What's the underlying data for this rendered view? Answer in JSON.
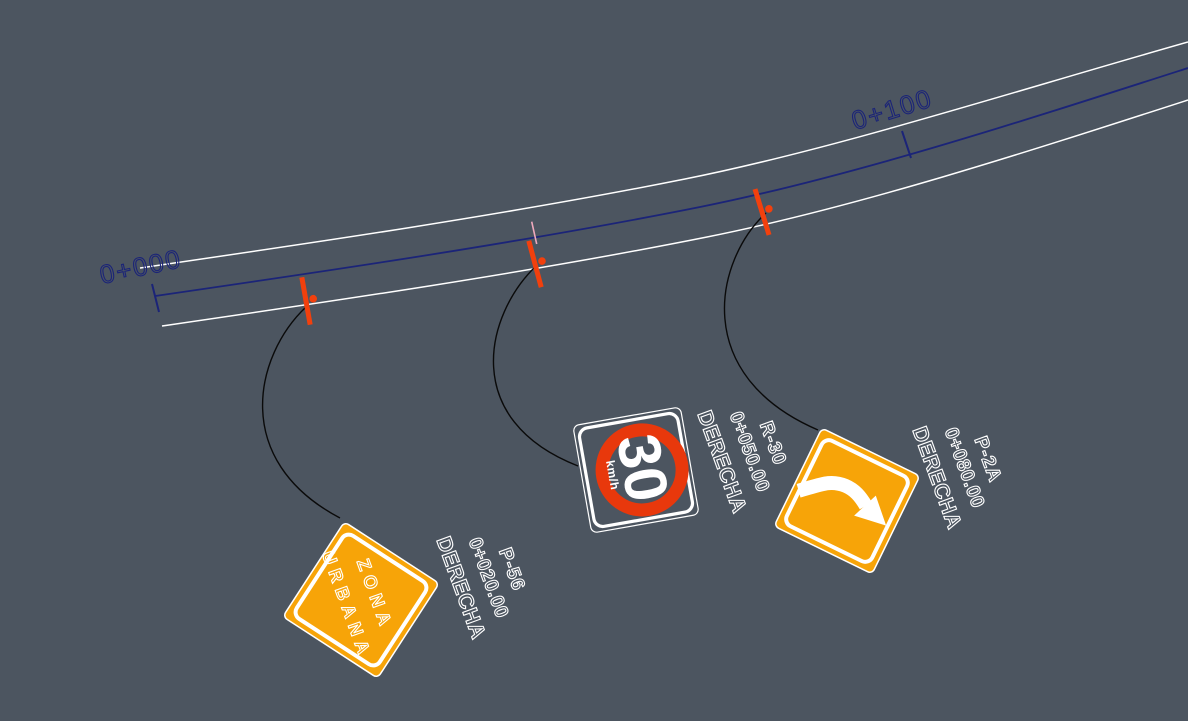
{
  "colors": {
    "background": "#4C5560",
    "edge_line": "#FFFFFF",
    "centerline": "#1B2478",
    "leader": "#0A0A0A",
    "marker": "#F2400D",
    "marker_tick_pink": "#EFA9BC",
    "sign_orange": "#F7A408",
    "sign_border": "#FFFFFF",
    "ring_red": "#E8380C",
    "sign_text": "#FFFFFF",
    "label_text": "#FFFFFF"
  },
  "stations": {
    "first": "0+000",
    "second": "0+100"
  },
  "signs": [
    {
      "code": "P-56",
      "station": "0+020.00",
      "side": "DERECHA",
      "legend_line1": "ZONA",
      "legend_line2": "URBANA"
    },
    {
      "code": "R-30",
      "station": "0+050.00",
      "side": "DERECHA",
      "speed": "30",
      "units": "km/h"
    },
    {
      "code": "P-2A",
      "station": "0+080.00",
      "side": "DERECHA"
    }
  ]
}
